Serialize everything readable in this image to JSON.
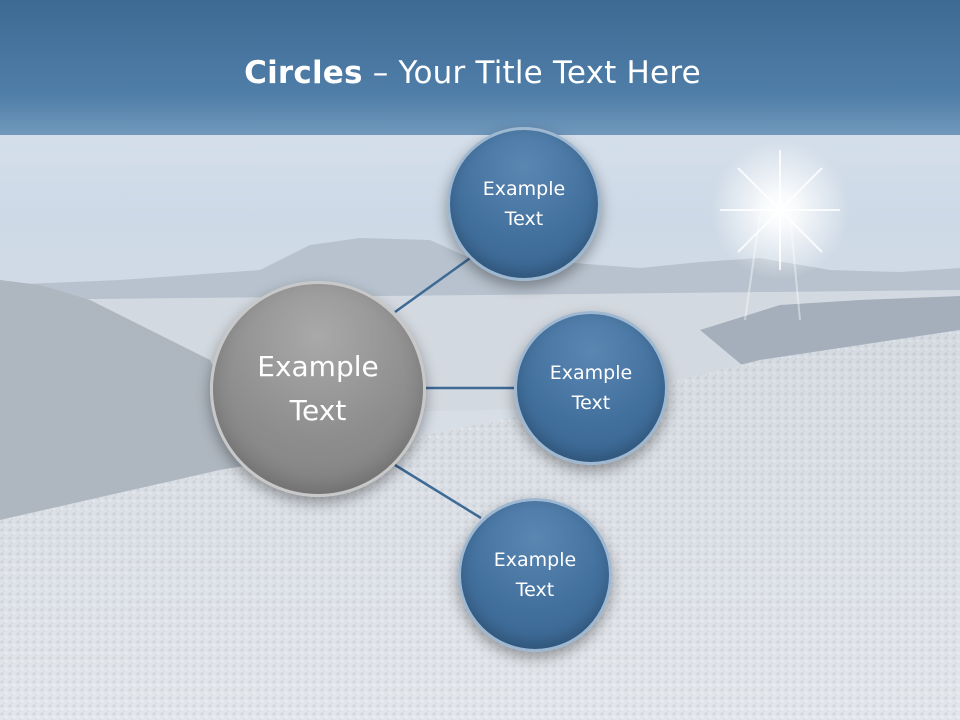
{
  "slide": {
    "title_bold": "Circles",
    "title_rest": " – Your Title Text Here"
  },
  "diagram": {
    "center": {
      "label": "Example\nText"
    },
    "satellites": [
      {
        "label": "Example\nText"
      },
      {
        "label": "Example\nText"
      },
      {
        "label": "Example\nText"
      }
    ]
  },
  "colors": {
    "title_band": "#4a76a0",
    "satellite_fill": "#42709d",
    "center_fill": "#8d8d8d",
    "connector": "#3e6a96"
  }
}
